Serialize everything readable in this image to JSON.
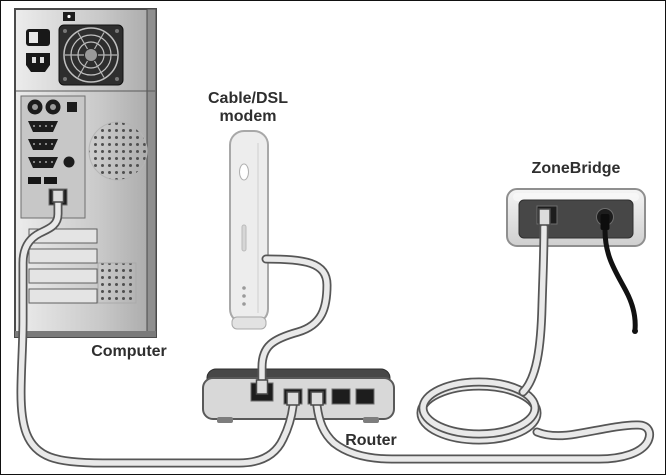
{
  "diagram": {
    "labels": {
      "modem_line1": "Cable/DSL",
      "modem_line2": "modem",
      "computer": "Computer",
      "router": "Router",
      "zonebridge": "ZoneBridge"
    },
    "colors": {
      "background": "#ffffff",
      "label_text": "#2e2e2e",
      "cable_outline": "#565656",
      "cable_fill": "#e9e9e9",
      "power_cable": "#111111",
      "device_light": "#d8d8d8",
      "device_dark": "#474747"
    }
  }
}
